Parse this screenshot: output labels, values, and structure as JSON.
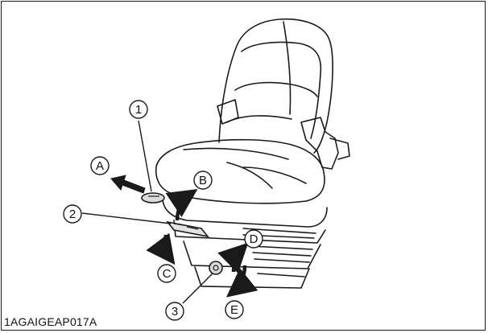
{
  "figure": {
    "code": "1AGAIGEAP017A",
    "callouts": {
      "part_1": "1",
      "part_2": "2",
      "part_3": "3",
      "dir_a": "A",
      "dir_b": "B",
      "dir_c": "C",
      "dir_d": "D",
      "dir_e": "E"
    }
  },
  "colors": {
    "line": "#1a1a1a",
    "background": "#ffffff"
  }
}
